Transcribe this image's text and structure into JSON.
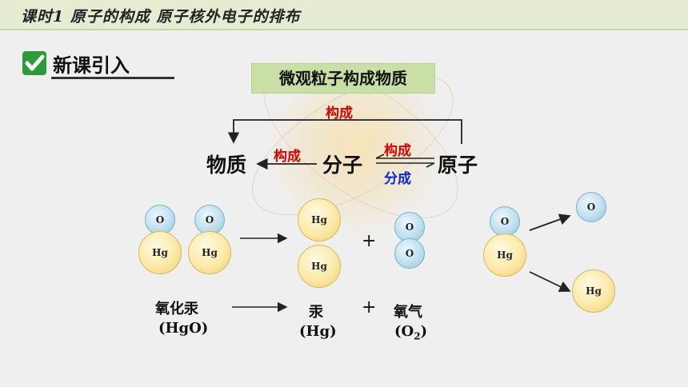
{
  "header": {
    "title": "课时1  原子的构成  原子核外电子的排布"
  },
  "section": {
    "title": "新课引入"
  },
  "banner": {
    "text": "微观粒子构成物质"
  },
  "relation": {
    "top_label": "构成",
    "substance": "物质",
    "molecule": "分子",
    "atom": "原子",
    "left_label": "构成",
    "right_top_label": "构成",
    "right_bottom_label": "分成"
  },
  "atoms": {
    "oxygen": "O",
    "mercury": "Hg"
  },
  "equation": {
    "reactant_name": "氧化汞",
    "reactant_formula": "(HgO)",
    "product1_name": "汞",
    "product1_formula": "(Hg)",
    "plus": "+",
    "product2_name": "氧气",
    "product2_formula_main": "(O",
    "product2_formula_sub": "2",
    "product2_formula_end": ")"
  },
  "colors": {
    "red": "#e00000",
    "blue": "#0a28d8",
    "banner": "#c9dfa6",
    "check": "#2d9b3a"
  }
}
